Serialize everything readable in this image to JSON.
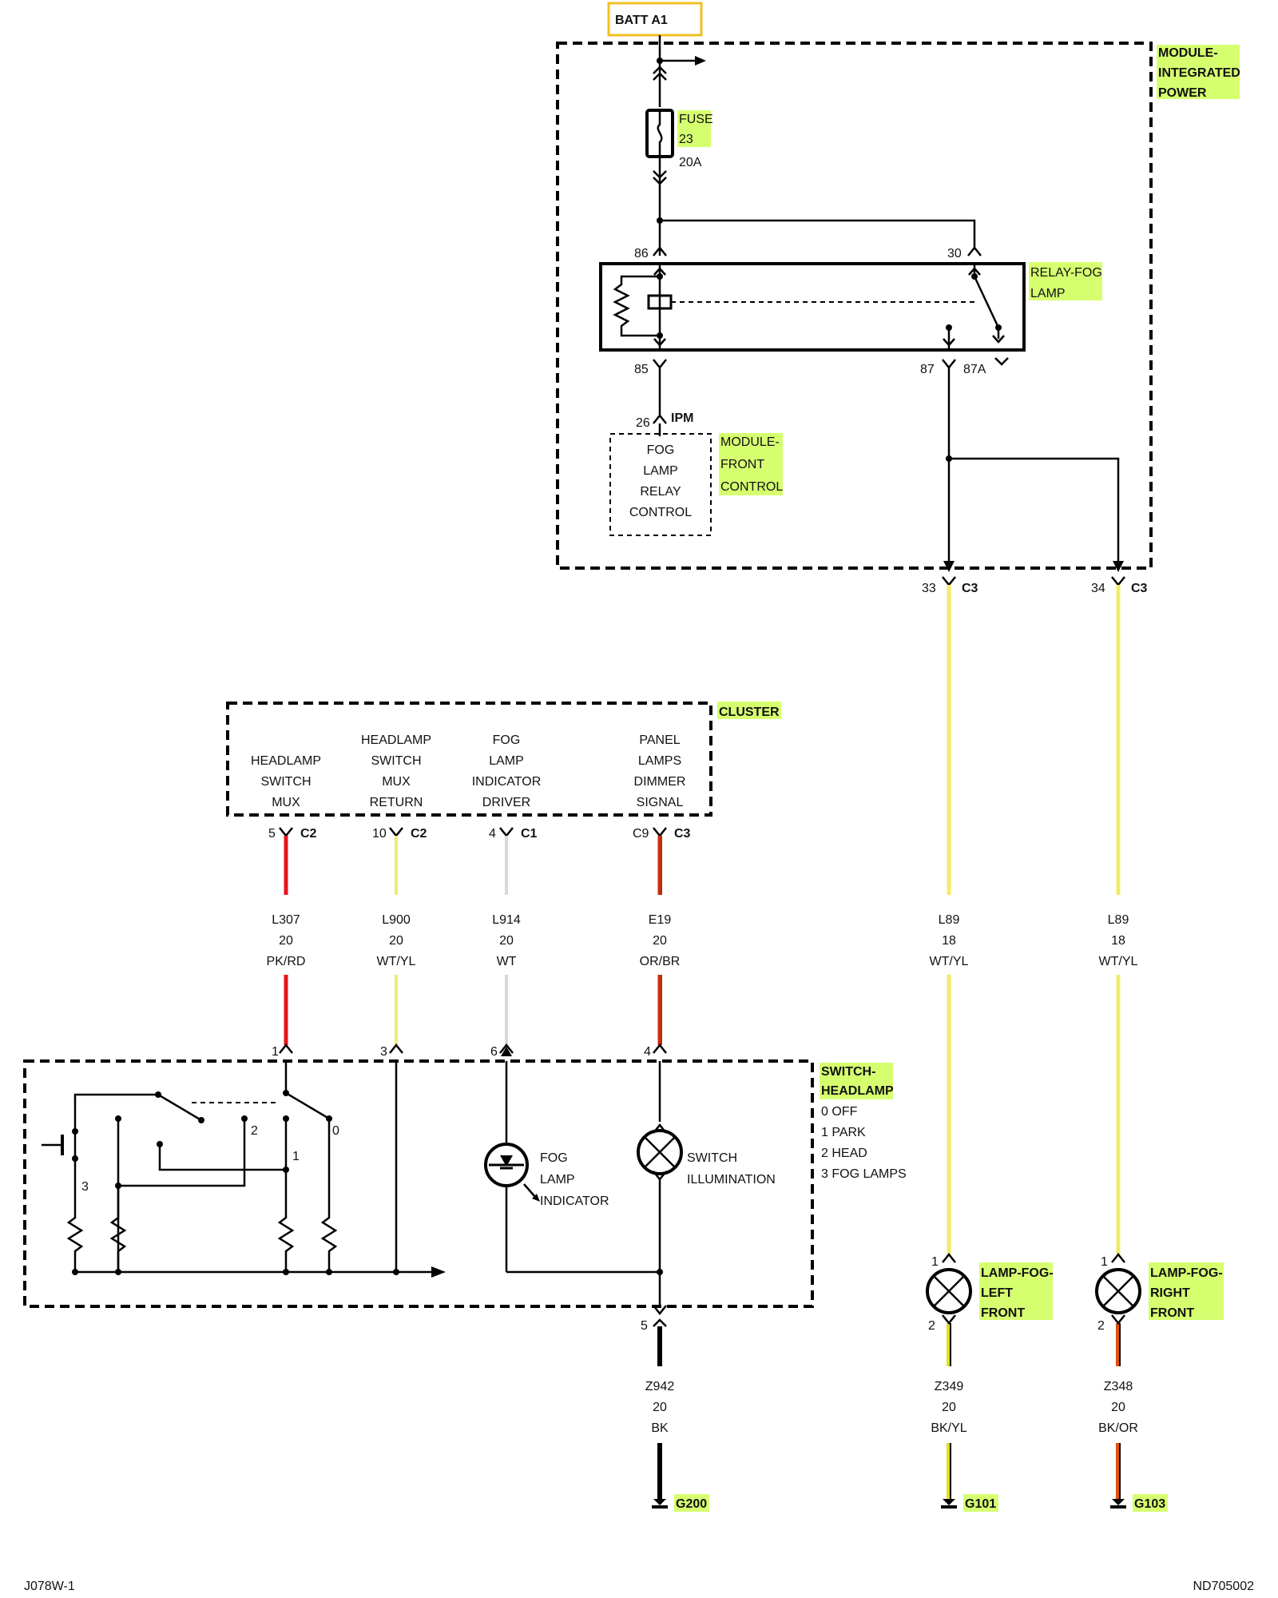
{
  "source_label": "BATT A1",
  "modules": {
    "integrated_power": [
      "MODULE-",
      "INTEGRATED",
      "POWER"
    ],
    "relay": [
      "RELAY-FOG",
      "LAMP"
    ],
    "front_control": [
      "MODULE-",
      "FRONT",
      "CONTROL"
    ],
    "fog_relay_control": [
      "FOG",
      "LAMP",
      "RELAY",
      "CONTROL"
    ],
    "cluster": "CLUSTER",
    "switch_headlamp": [
      "SWITCH-",
      "HEADLAMP"
    ],
    "lamp_left": [
      "LAMP-FOG-",
      "LEFT",
      "FRONT"
    ],
    "lamp_right": [
      "LAMP-FOG-",
      "RIGHT",
      "FRONT"
    ]
  },
  "fuse": {
    "label": "FUSE",
    "number": "23",
    "rating": "20A"
  },
  "relay_pins": {
    "p86": "86",
    "p30": "30",
    "p85": "85",
    "p87": "87",
    "p87a": "87A"
  },
  "ipm_pin": {
    "num": "26",
    "conn": "IPM"
  },
  "c3_pins": [
    {
      "num": "33",
      "conn": "C3"
    },
    {
      "num": "34",
      "conn": "C3"
    }
  ],
  "cluster_columns": [
    {
      "lines": [
        "HEADLAMP",
        "SWITCH",
        "MUX"
      ],
      "pin": "5",
      "conn": "C2"
    },
    {
      "lines": [
        "HEADLAMP",
        "SWITCH",
        "MUX",
        "RETURN"
      ],
      "pin": "10",
      "conn": "C2"
    },
    {
      "lines": [
        "FOG",
        "LAMP",
        "INDICATOR",
        "DRIVER"
      ],
      "pin": "4",
      "conn": "C1"
    },
    {
      "lines": [
        "PANEL",
        "LAMPS",
        "DIMMER",
        "SIGNAL"
      ],
      "pin": "C9",
      "conn": "C3"
    }
  ],
  "wires": [
    {
      "circuit": "L307",
      "gauge": "20",
      "color": "PK/RD",
      "stroke": "#e8141c"
    },
    {
      "circuit": "L900",
      "gauge": "20",
      "color": "WT/YL",
      "stroke": "#f0ec6a"
    },
    {
      "circuit": "L914",
      "gauge": "20",
      "color": "WT",
      "stroke": "#d8d8d8"
    },
    {
      "circuit": "E19",
      "gauge": "20",
      "color": "OR/BR",
      "stroke": "#d42a0c"
    },
    {
      "circuit": "L89",
      "gauge": "18",
      "color": "WT/YL",
      "stroke": "#f0ec6a"
    },
    {
      "circuit": "L89",
      "gauge": "18",
      "color": "WT/YL",
      "stroke": "#f0ec6a"
    },
    {
      "circuit": "Z942",
      "gauge": "20",
      "color": "BK",
      "stroke": "#000000"
    },
    {
      "circuit": "Z349",
      "gauge": "20",
      "color": "BK/YL",
      "stroke": "#e2e020"
    },
    {
      "circuit": "Z348",
      "gauge": "20",
      "color": "BK/OR",
      "stroke": "#e05010"
    }
  ],
  "switch_pins": [
    "1",
    "3",
    "6",
    "4"
  ],
  "switch_bottom_pin": "5",
  "switch_positions": [
    "0 OFF",
    "1 PARK",
    "2 HEAD",
    "3 FOG LAMPS"
  ],
  "switch_contact_labels": {
    "c0": "0",
    "c1": "1",
    "c2": "2",
    "c3": "3"
  },
  "fog_indicator": [
    "FOG",
    "LAMP",
    "INDICATOR"
  ],
  "switch_illumination": [
    "SWITCH",
    "ILLUMINATION"
  ],
  "lamp_pins": {
    "left_top": "1",
    "left_bottom": "2",
    "right_top": "1",
    "right_bottom": "2"
  },
  "grounds": [
    "G200",
    "G101",
    "G103"
  ],
  "footer_left": "J078W-1",
  "footer_right": "ND705002"
}
